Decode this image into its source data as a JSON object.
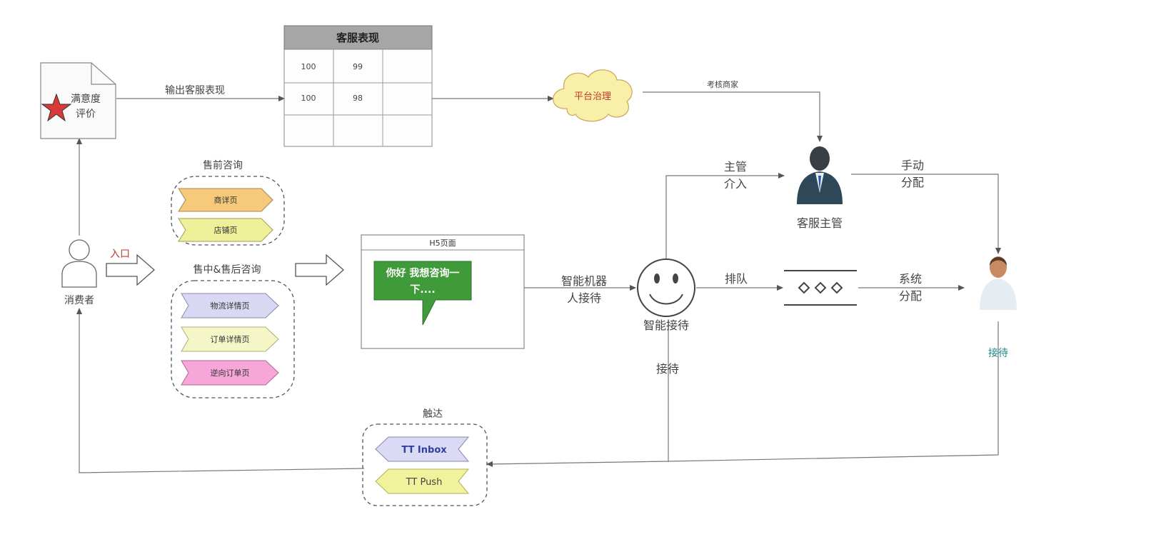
{
  "satisfaction_doc": {
    "line1": "满意度",
    "line2": "评价"
  },
  "consumer": {
    "label": "消费者"
  },
  "entry_label": "入口",
  "flow_labels": {
    "output_performance": "输出客服表现",
    "review_merchant": "考核商家",
    "supervisor_intervene_1": "主管",
    "supervisor_intervene_2": "介入",
    "manual_assign_1": "手动",
    "manual_assign_2": "分配",
    "robot_1": "智能机器",
    "robot_2": "人接待",
    "queue": "排队",
    "system_assign_1": "系统",
    "system_assign_2": "分配",
    "reception": "接待",
    "reach": "触达"
  },
  "performance_table": {
    "title": "客服表现",
    "rows": [
      [
        "100",
        "99",
        ""
      ],
      [
        "100",
        "98",
        ""
      ],
      [
        "",
        "",
        ""
      ]
    ]
  },
  "platform_cloud": "平台治理",
  "supervisor": {
    "label": "客服主管"
  },
  "agent": {
    "label": "接待"
  },
  "presale_group": {
    "title": "售前咨询",
    "items": [
      {
        "label": "商详页",
        "color": "#f7c97a"
      },
      {
        "label": "店铺页",
        "color": "#eef09a"
      }
    ]
  },
  "aftersale_group": {
    "title": "售中&售后咨询",
    "items": [
      {
        "label": "物流详情页",
        "color": "#d8d8f2"
      },
      {
        "label": "订单详情页",
        "color": "#f4f6c8"
      },
      {
        "label": "逆向订单页",
        "color": "#f6a6d8"
      }
    ]
  },
  "h5_window": {
    "title": "H5页面",
    "bubble_line1": "你好 我想咨询一",
    "bubble_line2": "下...."
  },
  "smart_reception": {
    "label": "智能接待"
  },
  "reach_group": {
    "items": [
      {
        "label": "TT Inbox",
        "color": "#dadaf4"
      },
      {
        "label": "TT Push",
        "color": "#f1f29c"
      }
    ]
  }
}
